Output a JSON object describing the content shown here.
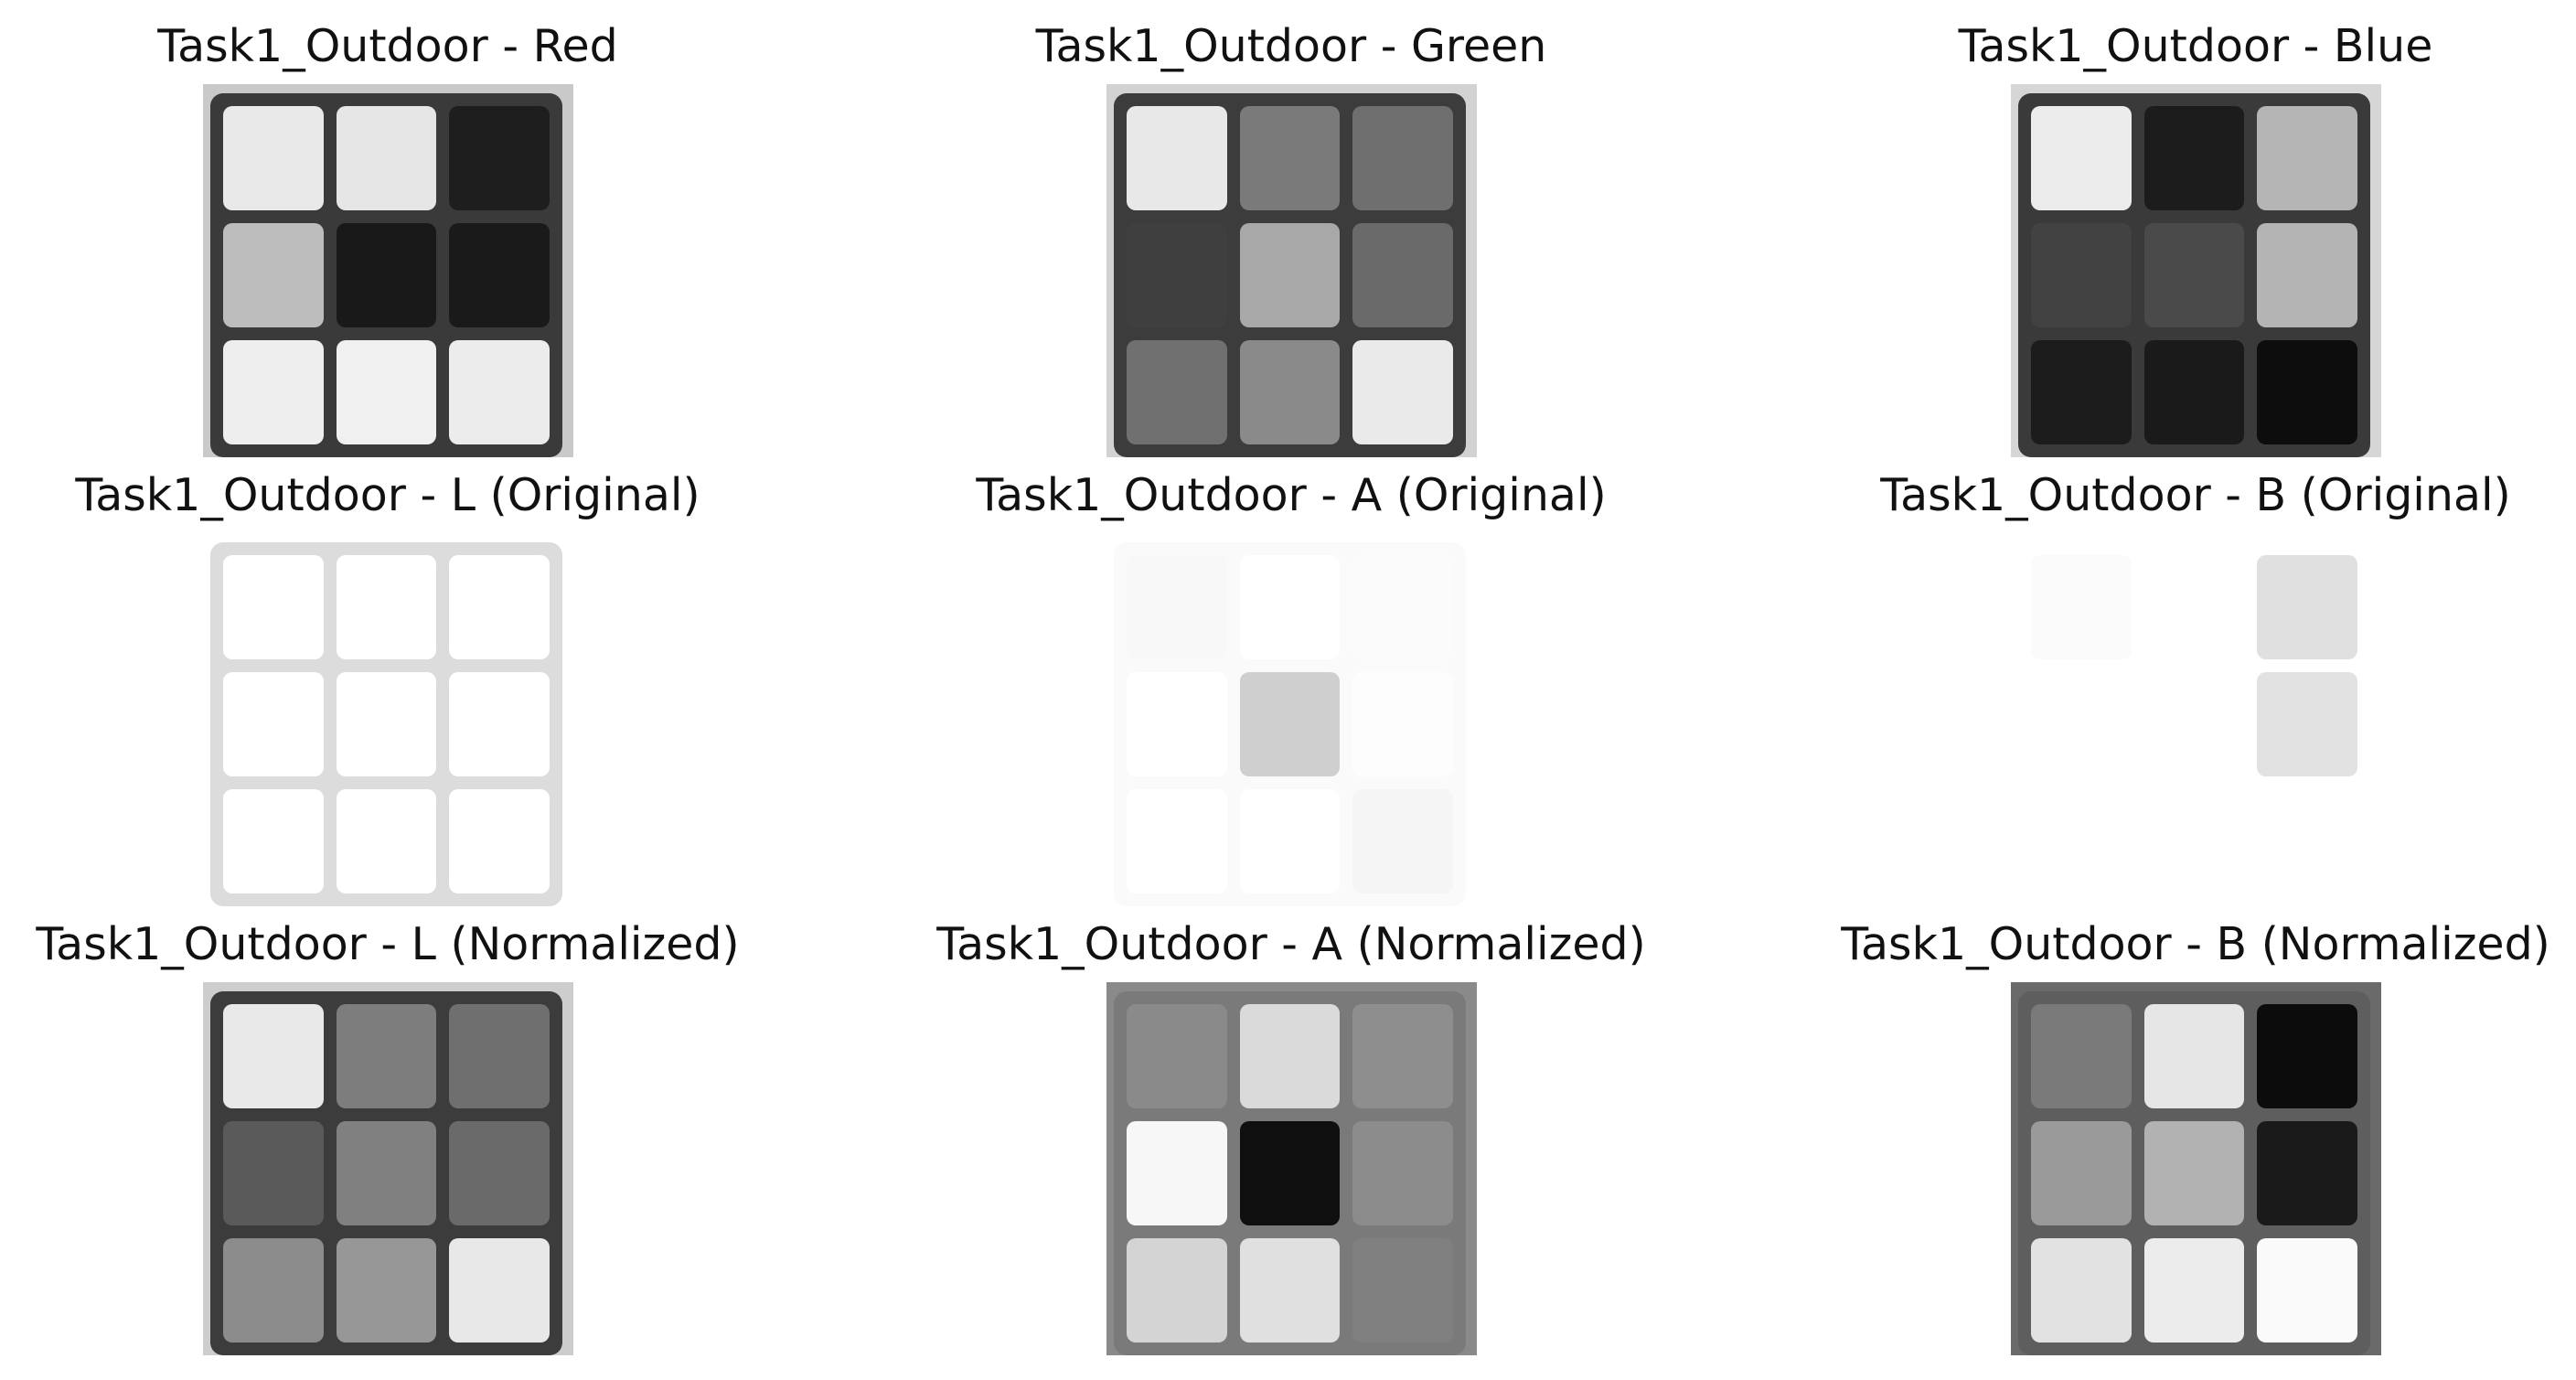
{
  "figure": {
    "rows": [
      [
        {
          "title": "Task1_Outdoor - Red",
          "background": "#c9c9c9",
          "frame": "#3a3a3a",
          "stickers": [
            "#e9e9e9",
            "#e6e6e6",
            "#1e1e1e",
            "#bdbdbd",
            "#191919",
            "#1a1a1a",
            "#eeeeee",
            "#f0f0f0",
            "#ececec"
          ]
        },
        {
          "title": "Task1_Outdoor - Green",
          "background": "#d2d2d2",
          "frame": "#3c3c3c",
          "stickers": [
            "#e8e8e8",
            "#7a7a7a",
            "#6f6f6f",
            "#3f3f3f",
            "#a8a8a8",
            "#6a6a6a",
            "#707070",
            "#8a8a8a",
            "#eaeaea"
          ]
        },
        {
          "title": "Task1_Outdoor - Blue",
          "background": "#d6d6d6",
          "frame": "#3a3a3a",
          "stickers": [
            "#ececec",
            "#1c1c1c",
            "#b5b5b5",
            "#424242",
            "#4a4a4a",
            "#b4b4b4",
            "#1c1c1c",
            "#1a1a1a",
            "#0d0d0d"
          ]
        }
      ],
      [
        {
          "title": "Task1_Outdoor - L (Original)",
          "background": "#ffffff",
          "frame": "#dcdcdc",
          "stickers": [
            "#ffffff",
            "#ffffff",
            "#ffffff",
            "#ffffff",
            "#ffffff",
            "#ffffff",
            "#ffffff",
            "#ffffff",
            "#ffffff"
          ]
        },
        {
          "title": "Task1_Outdoor - A (Original)",
          "background": "#ffffff",
          "frame": "#fafafa",
          "stickers": [
            "#f8f8f8",
            "#ffffff",
            "#fbfbfb",
            "#ffffff",
            "#cfcfcf",
            "#fdfdfd",
            "#ffffff",
            "#ffffff",
            "#f5f5f5"
          ]
        },
        {
          "title": "Task1_Outdoor - B (Original)",
          "background": "#ffffff",
          "frame": "#ffffff",
          "stickers": [
            "#fbfbfb",
            "#ffffff",
            "#e0e0e0",
            "#ffffff",
            "#ffffff",
            "#e2e2e2",
            "#ffffff",
            "#ffffff",
            "#ffffff"
          ]
        }
      ],
      [
        {
          "title": "Task1_Outdoor - L (Normalized)",
          "background": "#cdcdcd",
          "frame": "#3c3c3c",
          "stickers": [
            "#e9e9e9",
            "#7d7d7d",
            "#6f6f6f",
            "#5a5a5a",
            "#808080",
            "#6a6a6a",
            "#8c8c8c",
            "#979797",
            "#e8e8e8"
          ]
        },
        {
          "title": "Task1_Outdoor - A (Normalized)",
          "background": "#8a8a8a",
          "frame": "#7a7a7a",
          "stickers": [
            "#8a8a8a",
            "#dadada",
            "#8e8e8e",
            "#f7f7f7",
            "#0f0f0f",
            "#8c8c8c",
            "#d4d4d4",
            "#e0e0e0",
            "#808080"
          ]
        },
        {
          "title": "Task1_Outdoor - B (Normalized)",
          "background": "#6a6a6a",
          "frame": "#5e5e5e",
          "stickers": [
            "#7a7a7a",
            "#e6e6e6",
            "#0c0c0c",
            "#9a9a9a",
            "#b2b2b2",
            "#1a1a1a",
            "#e2e2e2",
            "#ececec",
            "#fafafa"
          ]
        }
      ]
    ]
  }
}
